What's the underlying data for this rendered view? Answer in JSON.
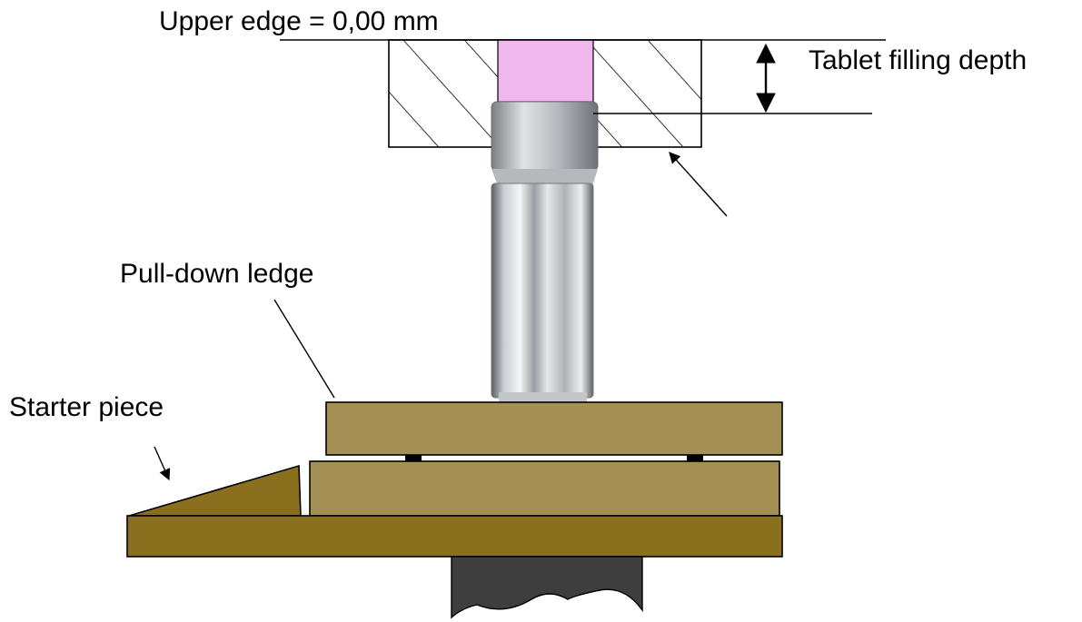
{
  "labels": {
    "upper_edge": "Upper edge = 0,00 mm",
    "filling_depth": "Tablet filling depth",
    "pull_down_ledge": "Pull-down ledge",
    "starter_piece": "Starter piece"
  },
  "colors": {
    "fill_material": "#f0b6ee",
    "ledge": "#a48f54",
    "base": "#8a6f1e",
    "cam": "#3e3e3e",
    "hatch": "#000000"
  }
}
